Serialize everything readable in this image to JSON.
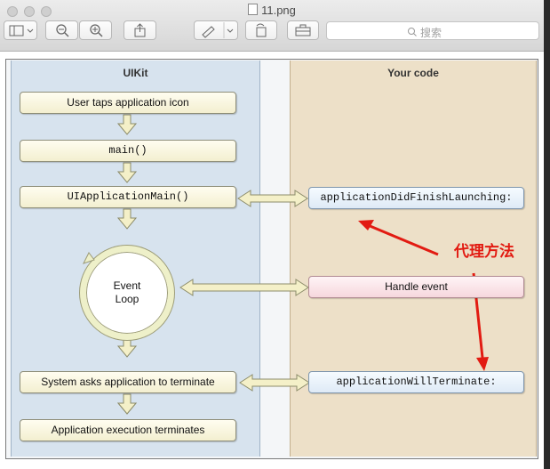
{
  "window": {
    "title": "11.png",
    "search_placeholder": "搜索"
  },
  "diagram": {
    "left_title": "UIKit",
    "right_title": "Your code",
    "uikit_steps": [
      "User taps application icon",
      "main()",
      "UIApplicationMain()",
      "System asks application to terminate",
      "Application execution terminates"
    ],
    "event_loop": [
      "Event",
      "Loop"
    ],
    "your_code": [
      "applicationDidFinishLaunching:",
      "Handle event",
      "applicationWillTerminate:"
    ],
    "annotation": "代理方法"
  },
  "colors": {
    "uikit_column": "#d7e3ee",
    "code_column": "#ede0c8",
    "annotation_red": "#e21b12"
  }
}
